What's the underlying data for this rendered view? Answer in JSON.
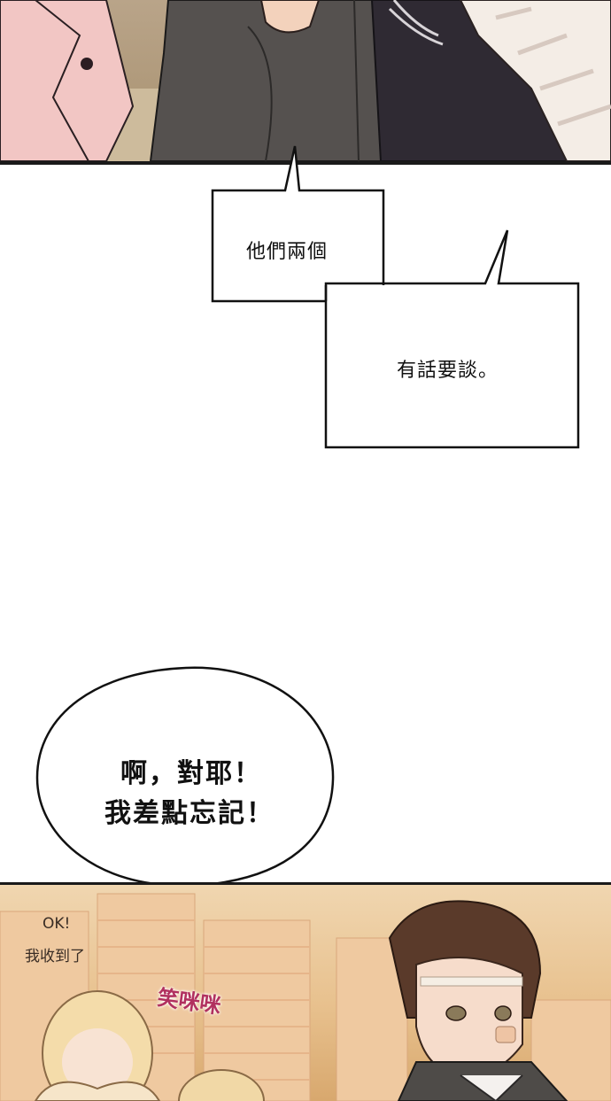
{
  "dialogue": {
    "line1": "他們兩個",
    "line2": "有話要談。",
    "exclaim_line1": "啊，對耶！",
    "exclaim_line2": "我差點忘記！"
  },
  "sfx": {
    "ok": "OK!",
    "received": "我收到了",
    "laugh": "笑咪咪"
  }
}
